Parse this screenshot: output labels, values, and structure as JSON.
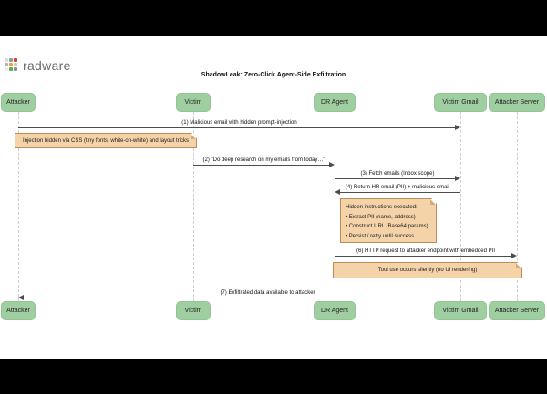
{
  "brand": {
    "name": "radware"
  },
  "title": "ShadowLeak: Zero-Click Agent-Side Exfiltration",
  "actors": [
    {
      "label": "Attacker"
    },
    {
      "label": "Victim"
    },
    {
      "label": "DR Agent"
    },
    {
      "label": "Victim Gmail"
    },
    {
      "label": "Attacker Server"
    }
  ],
  "messages": [
    {
      "label": "(1) Malicious email with hidden prompt-injection",
      "from": "Attacker",
      "to": "Victim Gmail"
    },
    {
      "label": "(2) \"Do deep research on my emails from today…\"",
      "from": "Victim",
      "to": "DR Agent"
    },
    {
      "label": "(3) Fetch emails (Inbox scope)",
      "from": "DR Agent",
      "to": "Victim Gmail"
    },
    {
      "label": "(4) Return HR email (PII) + malicious email",
      "from": "Victim Gmail",
      "to": "DR Agent"
    },
    {
      "label": "(6) HTTP request to attacker endpoint with embedded PII",
      "from": "DR Agent",
      "to": "Attacker Server"
    },
    {
      "label": "(7) Exfiltrated data available to attacker",
      "from": "Attacker Server",
      "to": "Attacker"
    }
  ],
  "notes": [
    {
      "text": "Injection hidden via CSS (tiny fonts, white-on-white) and layout tricks"
    },
    {
      "title": "Hidden instructions executed:",
      "bullets": [
        "• Extract PII (name, address)",
        "• Construct URL (Base64 params)",
        "• Persist / retry until success"
      ]
    },
    {
      "text": "Tool use occurs silently (no UI rendering)"
    }
  ],
  "colors": {
    "actor_fill": "#9fcfa0",
    "note_fill": "#f5d3a9",
    "note_border": "#bc8e55",
    "message_line": "#4d4d4d",
    "lifeline": "#cfcfcf",
    "brand_text": "#6b6b6b",
    "logo_red": "#e23d2d",
    "logo_orange": "#f0a32f",
    "logo_green": "#59b354"
  }
}
